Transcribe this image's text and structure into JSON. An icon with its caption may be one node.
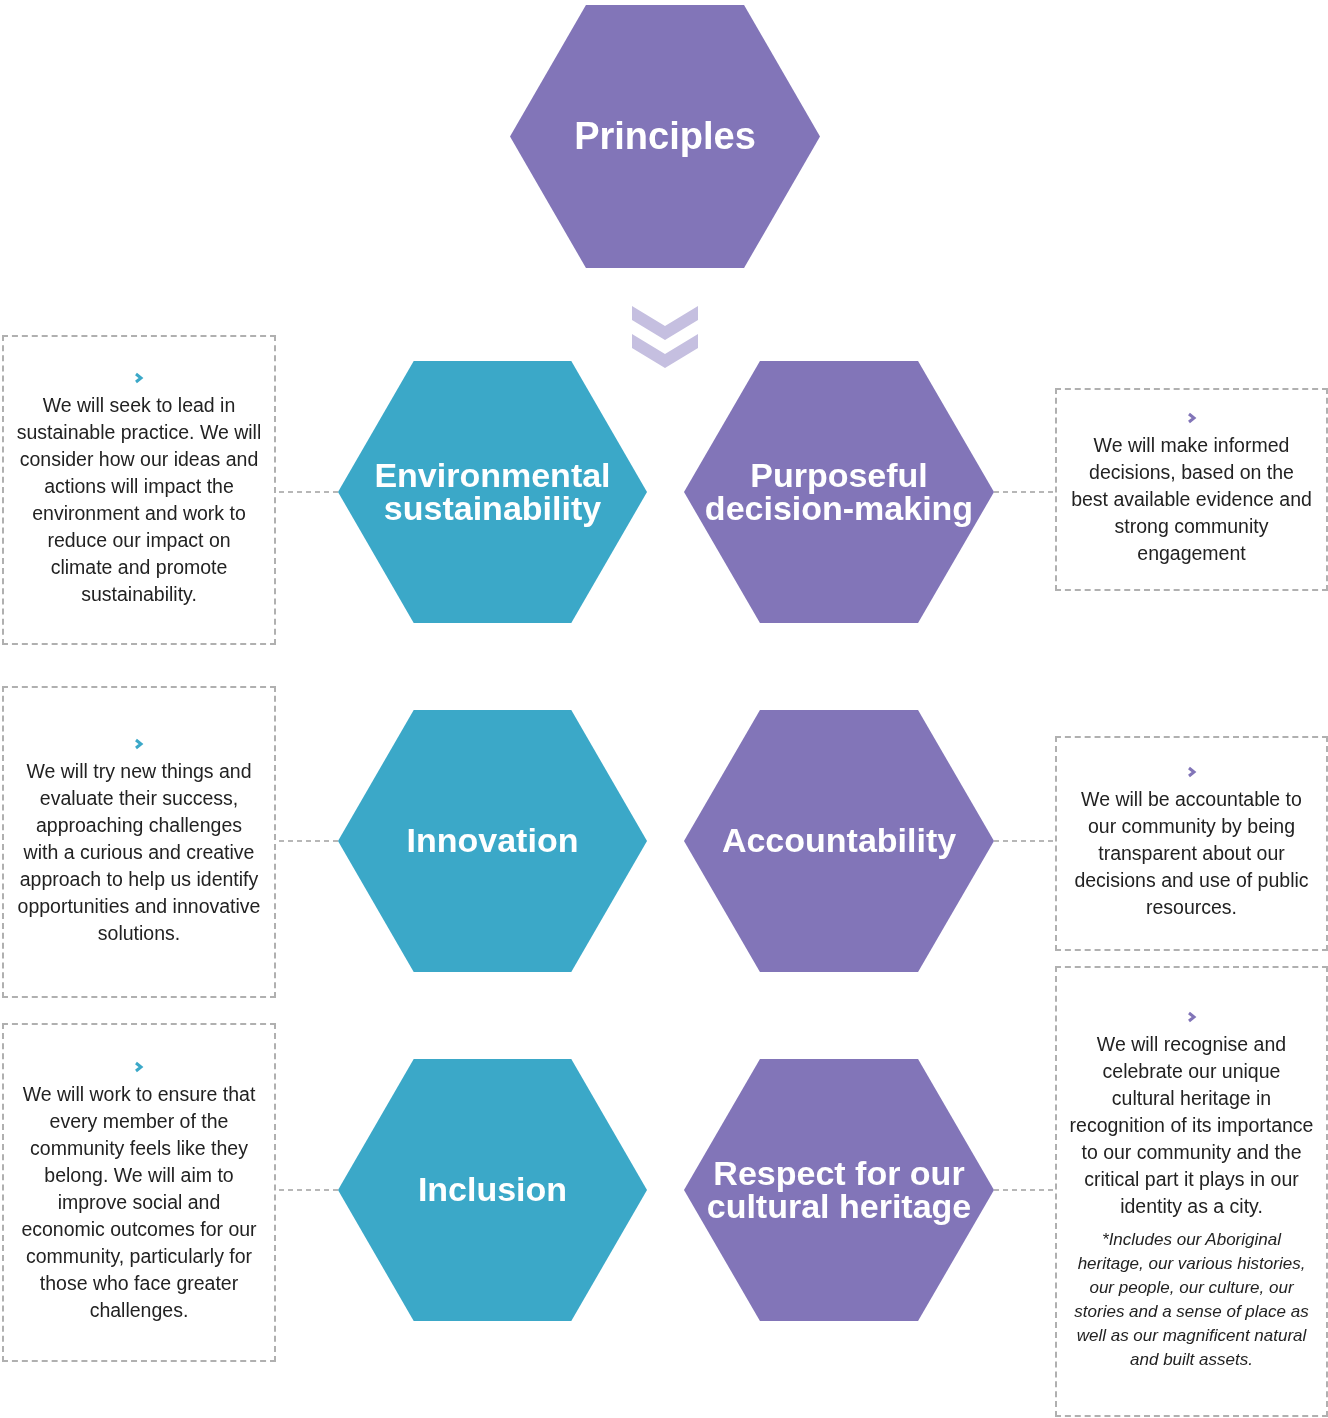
{
  "diagram": {
    "nodes": [
      {
        "text": [
          "Principles"
        ]
      },
      {
        "text": [
          "Environmental sustainability"
        ]
      },
      {
        "text": [
          "We will seek to lead in sustainable practice. We will consider how our ideas and actions will impact the environment and work to reduce our impact on climate and promote sustainability."
        ]
      },
      {
        "text": [
          "Purposeful decision-making"
        ]
      },
      {
        "text": [
          "We will make informed decisions, based on the best available evidence and strong community engagement"
        ]
      },
      {
        "text": [
          "Innovation"
        ]
      },
      {
        "text": [
          "We will try new things and evaluate their success, approaching challenges with a curious and creative approach to help us identify opportunities and innovative solutions."
        ]
      },
      {
        "text": [
          "Accountability"
        ]
      },
      {
        "text": [
          "We will be accountable to our community by being transparent about our decisions and use of public resources."
        ]
      },
      {
        "text": [
          "Inclusion"
        ]
      },
      {
        "text": [
          "We will work to ensure that every member of the community feels like they belong. We will aim to improve social and economic outcomes for our community, particularly for those who face greater challenges."
        ]
      },
      {
        "text": [
          "Respect for our cultural heritage"
        ]
      },
      {
        "text": [
          "We will recognise and celebrate our unique cultural heritage in recognition of its importance to our community and the critical part it plays in our identity as a city.",
          "*Includes our Aboriginal heritage, our various histories, our people, our culture, our stories and a sense of place as well as our magnificent natural and built assets."
        ]
      }
    ],
    "edges": [
      {
        "from": 1,
        "to": 2,
        "arrow": "none",
        "style": "dashed"
      },
      {
        "from": 3,
        "to": 4,
        "arrow": "none",
        "style": "dashed"
      },
      {
        "from": 5,
        "to": 6,
        "arrow": "none",
        "style": "dashed"
      },
      {
        "from": 7,
        "to": 8,
        "arrow": "none",
        "style": "dashed"
      },
      {
        "from": 9,
        "to": 10,
        "arrow": "none",
        "style": "dashed"
      },
      {
        "from": 11,
        "to": 12,
        "arrow": "none",
        "style": "dashed"
      }
    ]
  }
}
